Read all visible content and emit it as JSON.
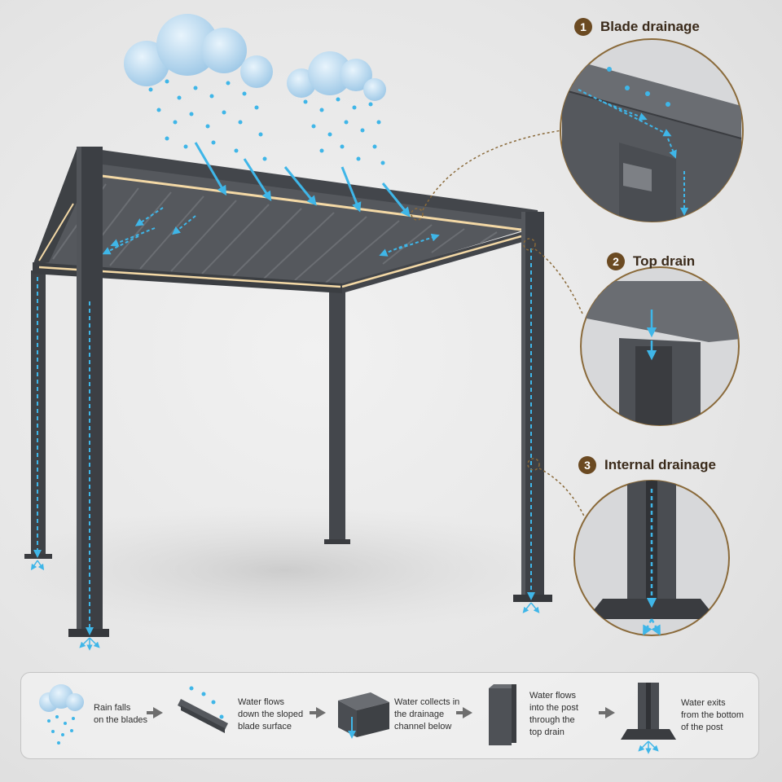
{
  "callouts": [
    {
      "number": "1",
      "title": "Blade drainage"
    },
    {
      "number": "2",
      "title": "Top drain"
    },
    {
      "number": "3",
      "title": "Internal drainage"
    }
  ],
  "process_steps": [
    {
      "line1": "Rain falls",
      "line2": "on the blades",
      "line3": "",
      "line4": "",
      "icon": "rain-cloud-icon"
    },
    {
      "line1": "Water flows",
      "line2": "down the sloped",
      "line3": "blade surface",
      "line4": "",
      "icon": "blade-icon"
    },
    {
      "line1": "Water collects in",
      "line2": "the drainage",
      "line3": "channel below",
      "line4": "",
      "icon": "channel-icon"
    },
    {
      "line1": "Water flows",
      "line2": "into the post",
      "line3": "through the",
      "line4": "top drain",
      "icon": "post-icon"
    },
    {
      "line1": "Water exits",
      "line2": "from the bottom",
      "line3": "of the post",
      "line4": "",
      "icon": "post-base-icon"
    }
  ],
  "colors": {
    "frame": "#4a4d52",
    "water": "#3fb6e8",
    "accent": "#6b4a22",
    "led": "#f4d9a6"
  }
}
